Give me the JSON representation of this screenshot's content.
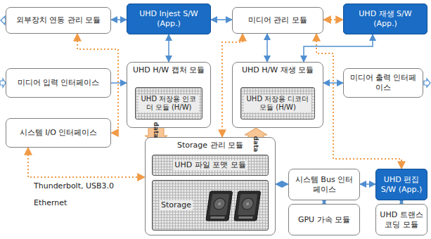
{
  "diagram": {
    "nodes": [
      {
        "text": [
          "외부장치 연동 관리 모듈"
        ]
      },
      {
        "text": [
          "UHD Injest S/W (App.)"
        ]
      },
      {
        "text": [
          "미디어 관리 모듈"
        ]
      },
      {
        "text": [
          "UHD 재생 S/W (App.)"
        ]
      },
      {
        "text": [
          "UHD H/W 캡처 모듈"
        ]
      },
      {
        "text": [
          "UHD 저장용 인코더 모듈 (H/W)"
        ],
        "in": 4
      },
      {
        "text": [
          "미디어 입력 인터페이스"
        ]
      },
      {
        "text": [
          "UHD H/W 재생 모듈"
        ]
      },
      {
        "text": [
          "UHD 저장용 디코더 모듈 (H/W)"
        ],
        "in": 7
      },
      {
        "text": [
          "미디어 출력 인터페이스"
        ]
      },
      {
        "text": [
          "시스템 I/O 인터페이스"
        ]
      },
      {
        "text": [
          "Storage 관리 모듈"
        ]
      },
      {
        "text": [
          "UHD 파일 포맷 모듈"
        ],
        "in": 11
      },
      {
        "text": [
          "Storage"
        ],
        "in": 11
      },
      {
        "text": [
          "시스템 Bus 인터페이스"
        ]
      },
      {
        "text": [
          "GPU 가속 모듈"
        ]
      },
      {
        "text": [
          "UHD 편집 S/W (App.)"
        ]
      },
      {
        "text": [
          "UHD 트랜스 코딩 모듈"
        ]
      }
    ],
    "edges": [
      {
        "from": 1,
        "to": 0,
        "arrow": "both"
      },
      {
        "from": 1,
        "to": 2,
        "arrow": "both"
      },
      {
        "from": 1,
        "to": 4,
        "arrow": "both"
      },
      {
        "from": 2,
        "to": 7,
        "arrow": "both"
      },
      {
        "from": 3,
        "to": 7,
        "arrow": "both"
      },
      {
        "from": 7,
        "to": 9,
        "arrow": "both"
      },
      {
        "from": 6,
        "to": 4,
        "arrow": "to"
      },
      {
        "from": 4,
        "to": 11,
        "label": "data",
        "arrow": "to"
      },
      {
        "from": 11,
        "to": 7,
        "label": "data",
        "arrow": "to"
      },
      {
        "from": 2,
        "to": 3,
        "arrow": "both"
      },
      {
        "from": 0,
        "to": 10,
        "arrow": "both"
      },
      {
        "from": 2,
        "to": 11,
        "arrow": "both"
      },
      {
        "from": 2,
        "to": 16,
        "arrow": "both"
      },
      {
        "from": 10,
        "to": 11,
        "arrow": "both"
      },
      {
        "from": 11,
        "to": 14,
        "arrow": "both"
      },
      {
        "from": 14,
        "to": 16,
        "arrow": "both"
      },
      {
        "from": 14,
        "to": 15,
        "arrow": "both"
      },
      {
        "from": 16,
        "to": 17,
        "arrow": "both"
      }
    ],
    "labels": [
      "Thunderbolt, USB3.0",
      "Ethernet"
    ]
  }
}
